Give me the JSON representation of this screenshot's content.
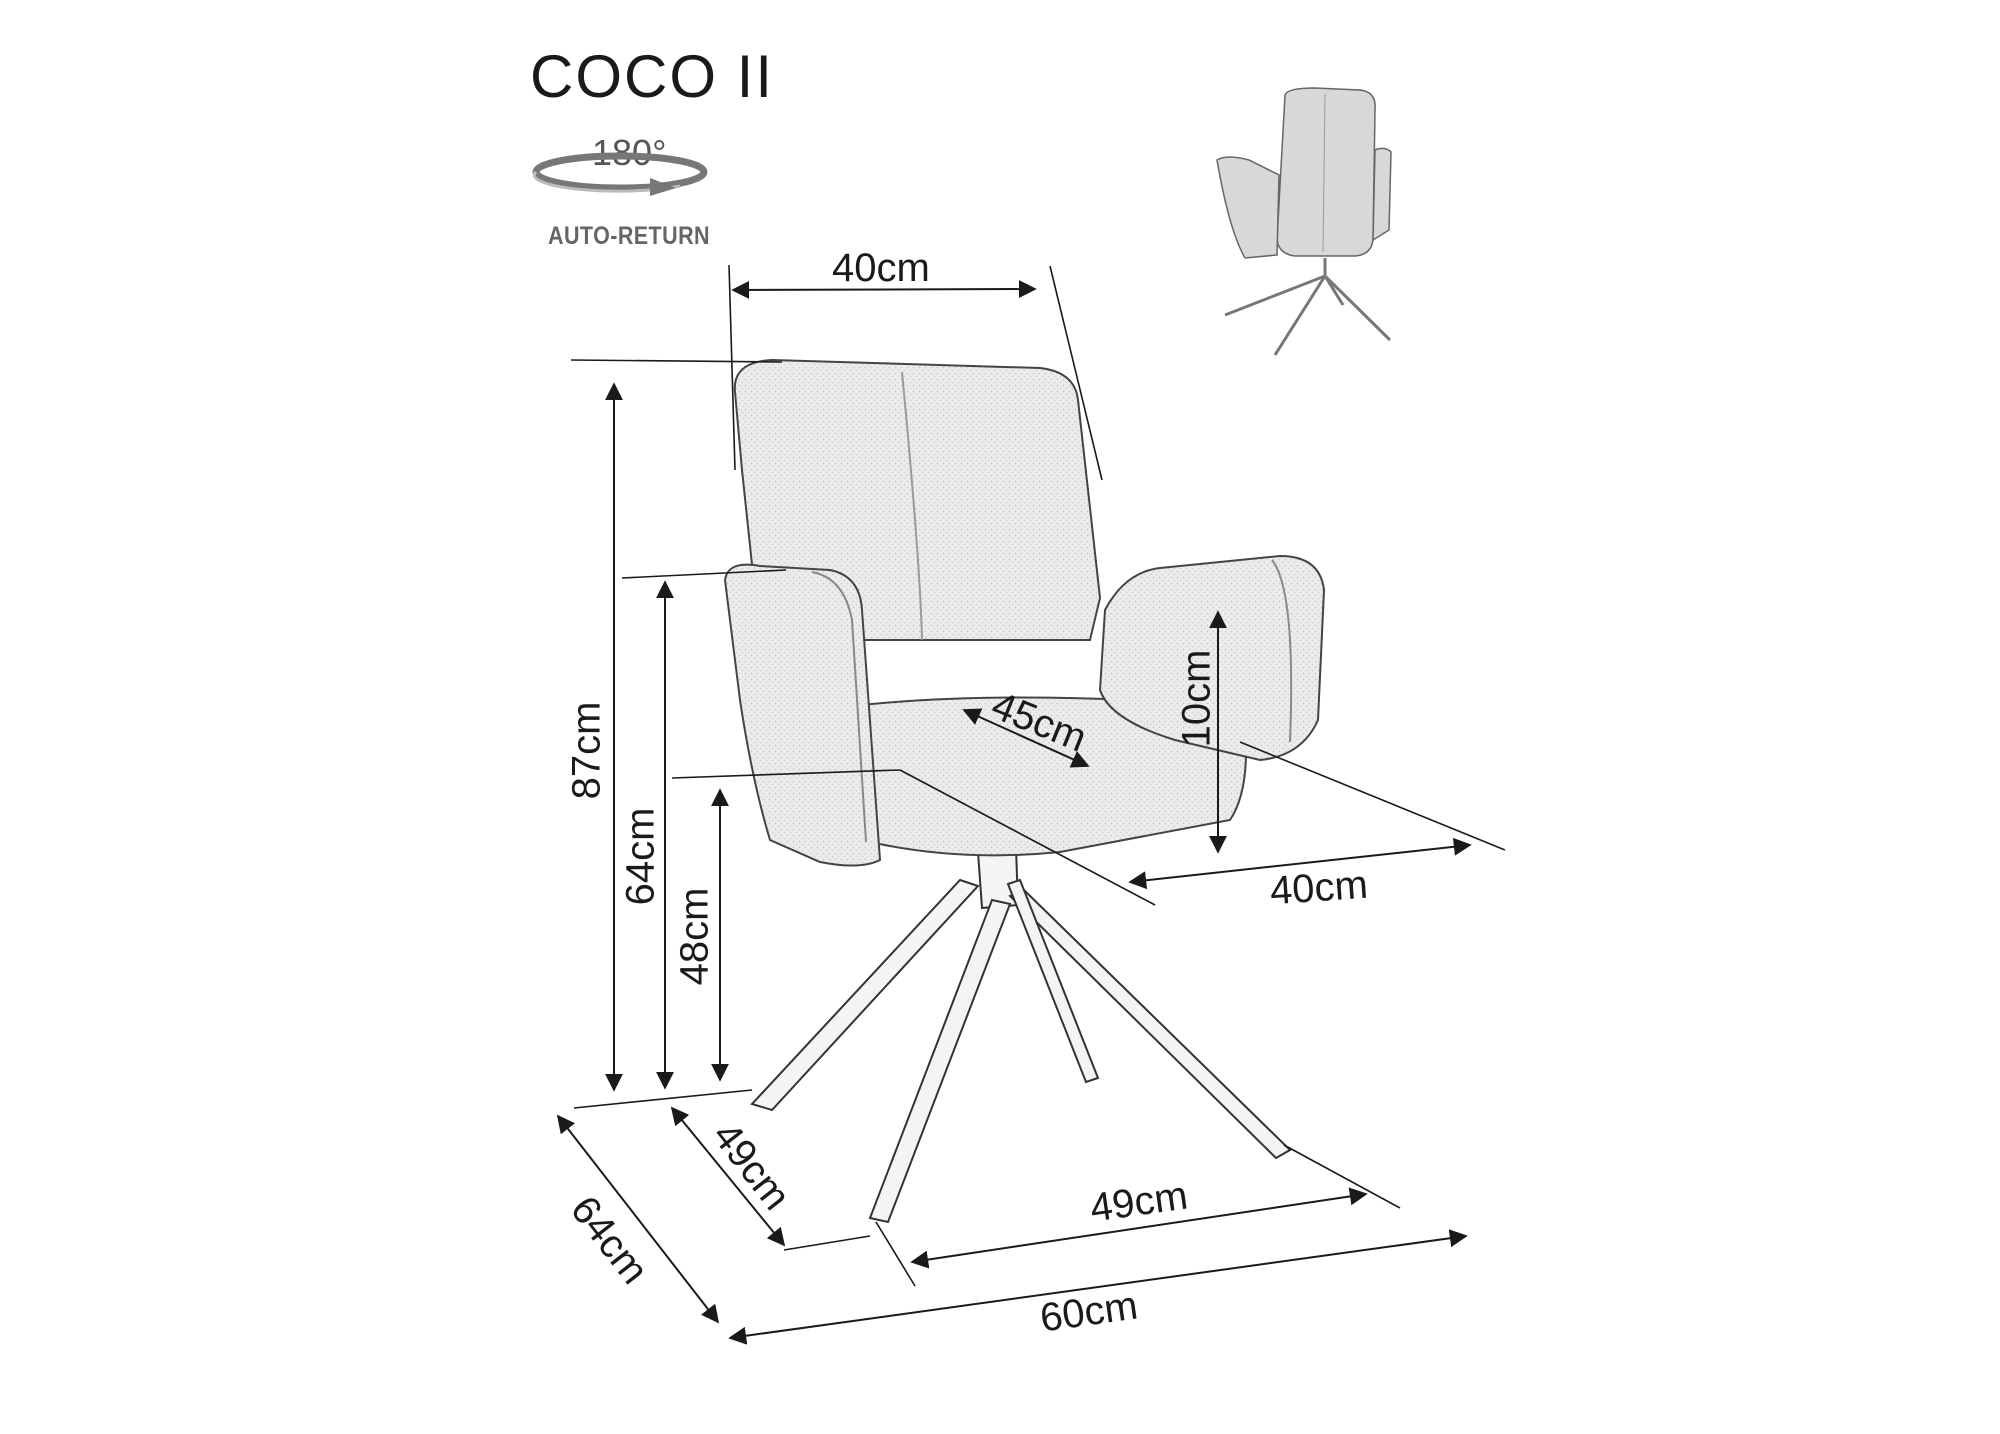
{
  "product": {
    "name": "COCO II"
  },
  "rotation": {
    "degrees": "180°",
    "label": "AUTO-RETURN",
    "icon": "rotation-arrow-icon"
  },
  "dimensions": {
    "top_width": "40cm",
    "total_height": "87cm",
    "armrest_height": "64cm",
    "seat_height": "48cm",
    "armrest_rise": "10cm",
    "seat_depth": "45cm",
    "seat_width": "40cm",
    "depth_overall": "64cm",
    "base_depth": "49cm",
    "base_width": "49cm",
    "width_overall": "60cm"
  },
  "colors": {
    "fabric": "#ececec",
    "fabric_dark": "#d6d6d6",
    "line": "#1a1a1a",
    "leg": "#3a3a3a"
  }
}
